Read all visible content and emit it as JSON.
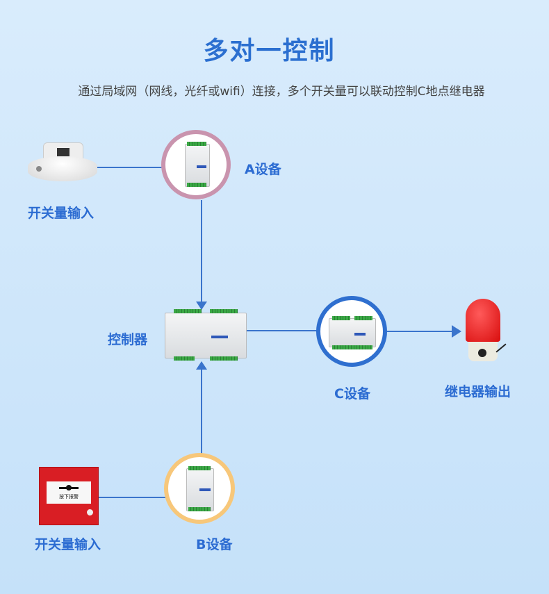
{
  "title": "多对一控制",
  "subtitle": "通过局域网（网线，光纤或wifi）连接，多个开关量可以联动控制C地点继电器",
  "nodes": {
    "device_a": {
      "label": "A设备",
      "ring_color": "#c994ae"
    },
    "device_b": {
      "label": "B设备",
      "ring_color": "#f7c77a"
    },
    "device_c": {
      "label": "C设备",
      "ring_color": "#2f6fcf"
    },
    "controller": {
      "label": "控制器"
    },
    "input_top": {
      "label": "开关量输入",
      "icon": "smoke-detector-icon"
    },
    "input_bottom": {
      "label": "开关量输入",
      "icon": "manual-call-point-icon",
      "device_text": "按下报警"
    },
    "output": {
      "label": "继电器输出",
      "icon": "alarm-siren-icon"
    }
  },
  "colors": {
    "accent": "#2c6cd2",
    "line": "#3a74cc"
  }
}
